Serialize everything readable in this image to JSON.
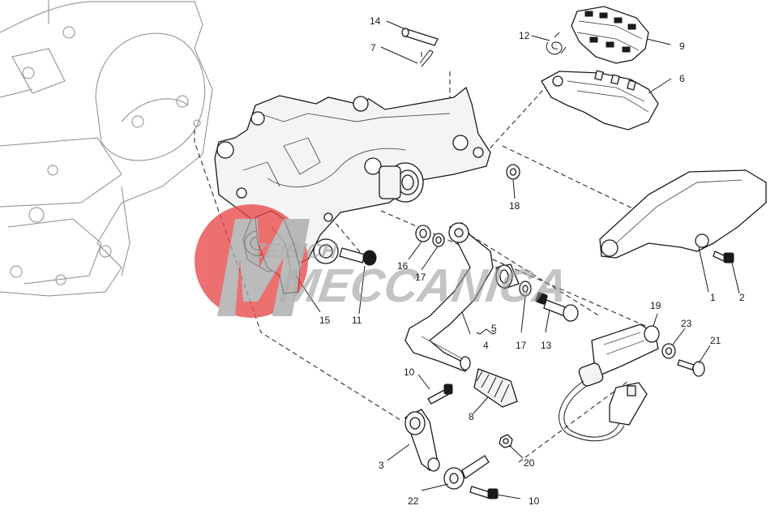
{
  "diagram": {
    "callouts": [
      {
        "id": "c1",
        "label": "1"
      },
      {
        "id": "c2",
        "label": "2"
      },
      {
        "id": "c3",
        "label": "3"
      },
      {
        "id": "c4",
        "label": "4"
      },
      {
        "id": "c5",
        "label": "5"
      },
      {
        "id": "c6",
        "label": "6"
      },
      {
        "id": "c7",
        "label": "7"
      },
      {
        "id": "c8",
        "label": "8"
      },
      {
        "id": "c9",
        "label": "9"
      },
      {
        "id": "c10a",
        "label": "10"
      },
      {
        "id": "c10b",
        "label": "10"
      },
      {
        "id": "c11",
        "label": "11"
      },
      {
        "id": "c12",
        "label": "12"
      },
      {
        "id": "c13",
        "label": "13"
      },
      {
        "id": "c14",
        "label": "14"
      },
      {
        "id": "c15",
        "label": "15"
      },
      {
        "id": "c16",
        "label": "16"
      },
      {
        "id": "c17a",
        "label": "17"
      },
      {
        "id": "c17b",
        "label": "17"
      },
      {
        "id": "c18",
        "label": "18"
      },
      {
        "id": "c19",
        "label": "19"
      },
      {
        "id": "c20",
        "label": "20"
      },
      {
        "id": "c21",
        "label": "21"
      },
      {
        "id": "c22",
        "label": "22"
      },
      {
        "id": "c23",
        "label": "23"
      }
    ]
  },
  "watermark": {
    "line1": "ZEIBICH",
    "line2": "MECCANICA",
    "logo_color": "#e8484a"
  }
}
